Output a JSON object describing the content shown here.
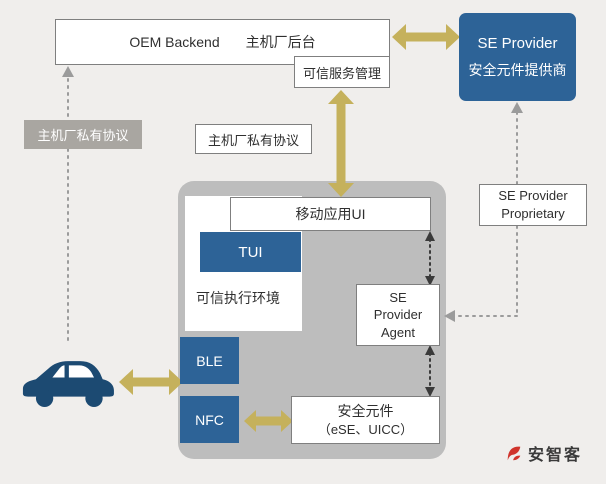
{
  "colors": {
    "bg": "#f0eeec",
    "blue": "#2d6397",
    "gold": "#c5b15c",
    "navy": "#1c4a72",
    "container_gray": "#bdbdbd",
    "label_gray": "#a9a6a1",
    "border": "#7f7f7f",
    "red": "#d0342c",
    "dotted_gray": "#9b9b9b",
    "dotted_dark": "#3a3a3a"
  },
  "nodes": {
    "oem_backend": {
      "label_en": "OEM Backend",
      "label_zh": "主机厂后台"
    },
    "tsm": {
      "label": "可信服务管理"
    },
    "se_provider": {
      "line1": "SE  Provider",
      "line2": "安全元件提供商"
    },
    "oem_protocol_left": {
      "label": "主机厂私有协议"
    },
    "oem_protocol_mid": {
      "label": "主机厂私有协议"
    },
    "se_provider_proprietary": {
      "line1": "SE  Provider",
      "line2": "Proprietary"
    },
    "mobile_app_ui": {
      "label": "移动应用UI"
    },
    "tui": {
      "label": "TUI"
    },
    "tee": {
      "label": "可信执行环境"
    },
    "ble": {
      "label": "BLE"
    },
    "nfc": {
      "label": "NFC"
    },
    "se_provider_agent": {
      "line1": "SE",
      "line2": "Provider",
      "line3": "Agent"
    },
    "secure_element": {
      "line1": "安全元件",
      "line2": "（eSE、UICC）"
    }
  },
  "icons": {
    "car": "car-icon",
    "logo": "anzhike-logo-icon"
  },
  "watermark": {
    "text": "安智客"
  }
}
